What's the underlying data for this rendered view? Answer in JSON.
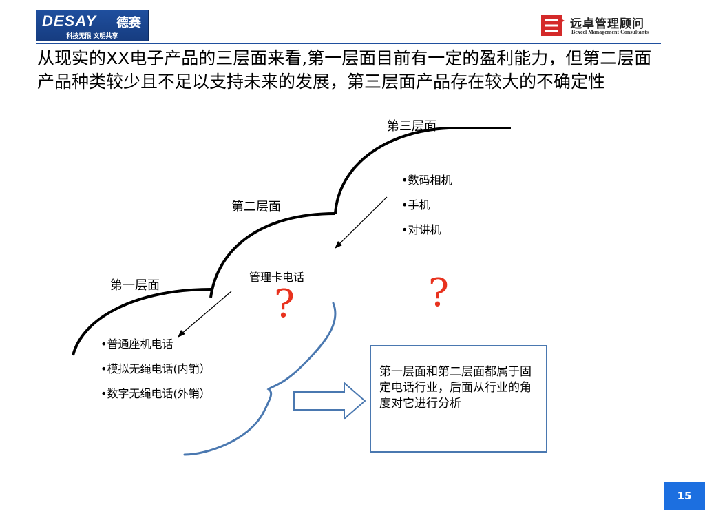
{
  "header": {
    "left_logo": {
      "brand": "DESAY",
      "brand_cn": "德赛",
      "slogan": "科技无限  文明共享"
    },
    "right_logo": {
      "name_cn": "远卓管理顾问",
      "name_en": "Bexcel Management Consultants"
    }
  },
  "title": "从现实的XX电子产品的三层面来看,第一层面目前有一定的盈利能力，但第二层面产品种类较少且不足以支持未来的发展，第三层面产品存在较大的不确定性",
  "layers": {
    "third": {
      "label": "第三层面",
      "items": [
        "•数码相机",
        "•手机",
        "•对讲机"
      ]
    },
    "second": {
      "label": "第二层面",
      "items": [
        "管理卡电话"
      ]
    },
    "first": {
      "label": "第一层面",
      "items": [
        "•普通座机电话",
        "•模拟无绳电话(内销）",
        "•数字无绳电话(外销）"
      ]
    }
  },
  "question_marks": [
    "?",
    "?"
  ],
  "note_box": "第一层面和第二层面都属于固定电话行业，后面从行业的角度对它进行分析",
  "page_number": "15",
  "colors": {
    "accent_blue": "#1f4f9e",
    "question_red": "#e8321e",
    "brace_blue": "#4a78b0",
    "page_badge": "#1c6fe0"
  }
}
